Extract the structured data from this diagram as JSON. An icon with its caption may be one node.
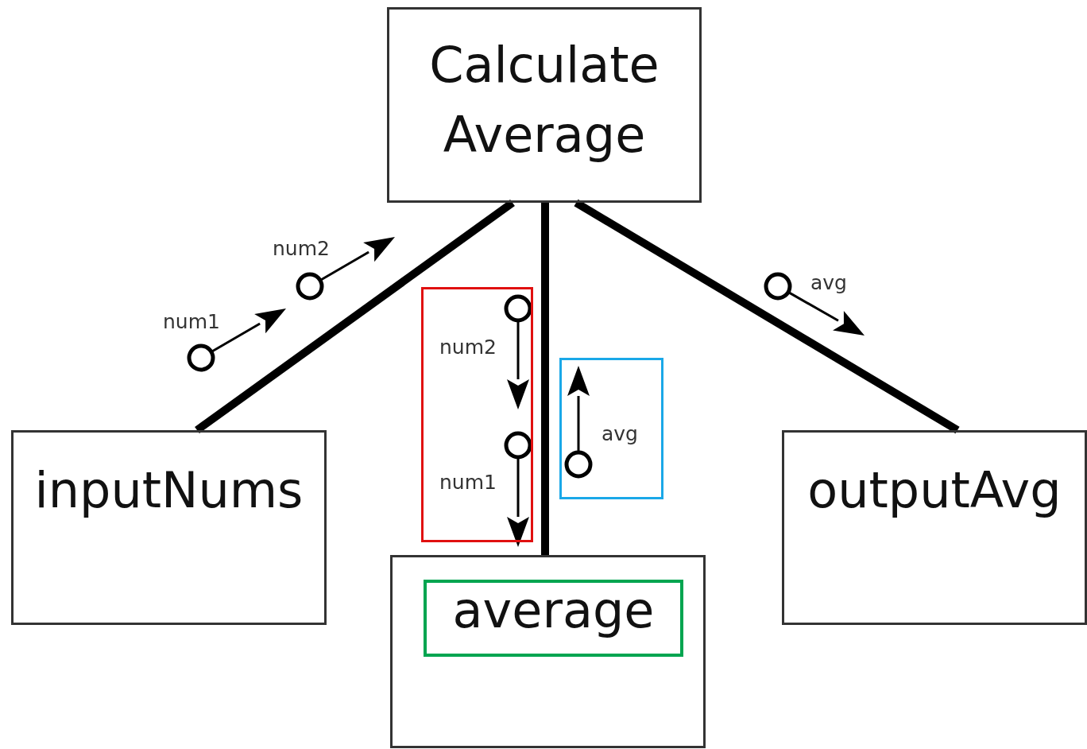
{
  "diagram": {
    "nodes": [
      {
        "text": [
          "Calculate Average"
        ]
      },
      {
        "text": [
          "inputNums"
        ]
      },
      {
        "text": [
          "num2",
          "num1"
        ]
      },
      {
        "text": [
          "avg"
        ]
      },
      {
        "text": [],
        "shape": "box"
      },
      {
        "text": [
          "average"
        ],
        "in": 4
      },
      {
        "text": [
          "outputAvg"
        ]
      }
    ],
    "edges": [
      {
        "from": 0,
        "to": 1,
        "arrow": "none"
      },
      {
        "from": 0,
        "to": 4,
        "arrow": "none"
      },
      {
        "from": 0,
        "to": 6,
        "arrow": "none"
      }
    ],
    "labels": [
      "num2",
      "avg",
      "num1"
    ]
  }
}
